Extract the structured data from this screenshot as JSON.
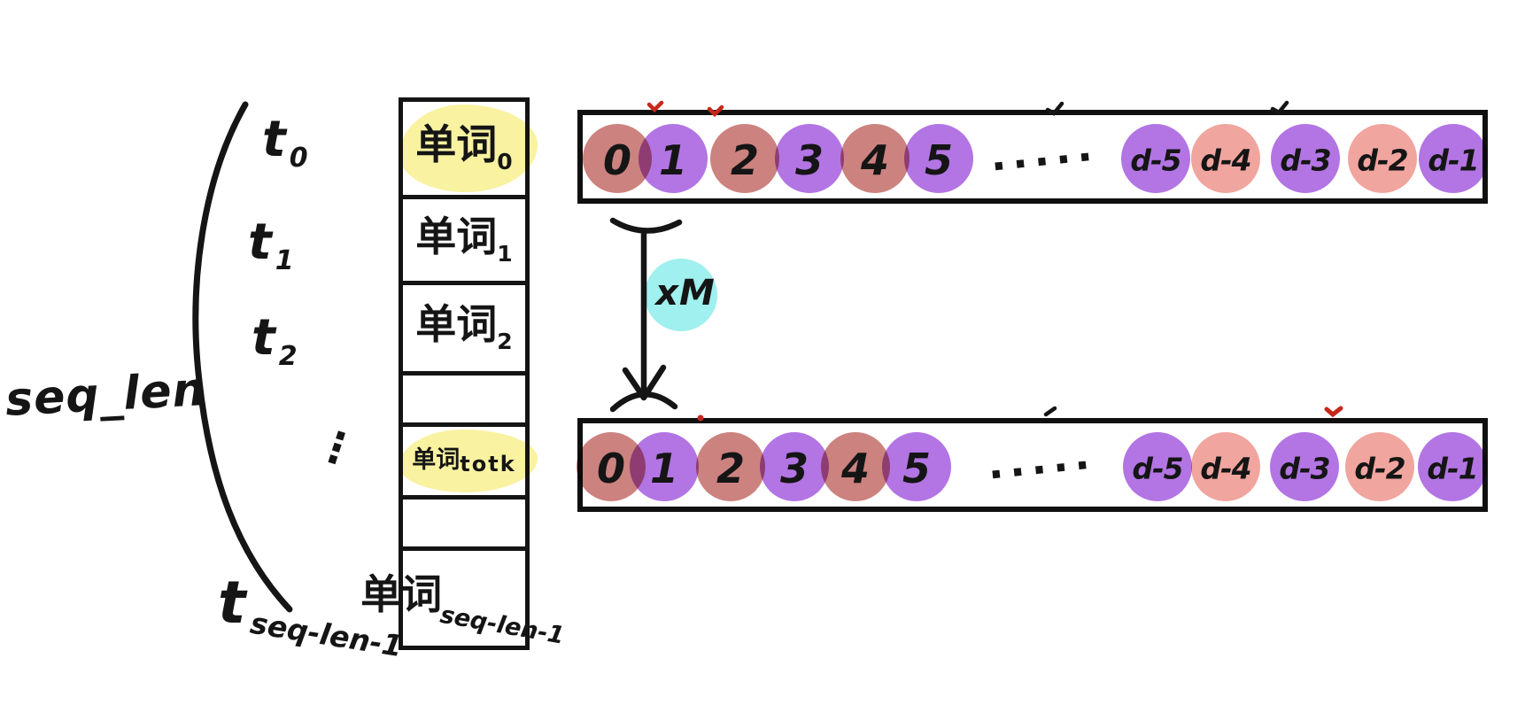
{
  "palette": {
    "ink": "#151515",
    "rose": "#ca7b78",
    "purple": "#ae6ee2",
    "salmon": "#f0a099",
    "highlight_yellow": "#f9f2a0",
    "cyan": "#9ff0ee",
    "stray_red": "#c6281c"
  },
  "left": {
    "seq_label": "seq_len",
    "time_labels": [
      {
        "base": "t",
        "sub": "0"
      },
      {
        "base": "t",
        "sub": "1"
      },
      {
        "base": "t",
        "sub": "2"
      },
      {
        "base": "t",
        "sub": "seq-len-1"
      }
    ],
    "ellipsis_vertical": "⋮"
  },
  "word_table": {
    "rows": [
      {
        "word": "单词",
        "sub": "0",
        "highlight": true
      },
      {
        "word": "单词",
        "sub": "1",
        "highlight": false
      },
      {
        "word": "单词",
        "sub": "2",
        "highlight": false
      },
      {
        "word": "",
        "sub": "",
        "highlight": false
      },
      {
        "word": "单词",
        "sub": "totk",
        "highlight": true
      },
      {
        "word": "",
        "sub": "",
        "highlight": false
      },
      {
        "word": "单词",
        "sub": "seq-len-1",
        "highlight": false
      }
    ]
  },
  "arrow": {
    "label": "xM"
  },
  "bars": {
    "top": {
      "cells": [
        {
          "label": "0",
          "color": "rose"
        },
        {
          "label": "1",
          "color": "purple"
        },
        {
          "label": "2",
          "color": "rose"
        },
        {
          "label": "3",
          "color": "purple"
        },
        {
          "label": "4",
          "color": "rose"
        },
        {
          "label": "5",
          "color": "purple"
        },
        {
          "label": "d-5",
          "color": "purple"
        },
        {
          "label": "d-4",
          "color": "salmon"
        },
        {
          "label": "d-3",
          "color": "purple"
        },
        {
          "label": "d-2",
          "color": "salmon"
        },
        {
          "label": "d-1",
          "color": "purple"
        }
      ],
      "dots": "·····"
    },
    "bottom": {
      "cells": [
        {
          "label": "0",
          "color": "rose"
        },
        {
          "label": "1",
          "color": "purple"
        },
        {
          "label": "2",
          "color": "rose"
        },
        {
          "label": "3",
          "color": "purple"
        },
        {
          "label": "4",
          "color": "rose"
        },
        {
          "label": "5",
          "color": "purple"
        },
        {
          "label": "d-5",
          "color": "purple"
        },
        {
          "label": "d-4",
          "color": "salmon"
        },
        {
          "label": "d-3",
          "color": "purple"
        },
        {
          "label": "d-2",
          "color": "salmon"
        },
        {
          "label": "d-1",
          "color": "purple"
        }
      ],
      "dots": "·····"
    }
  }
}
